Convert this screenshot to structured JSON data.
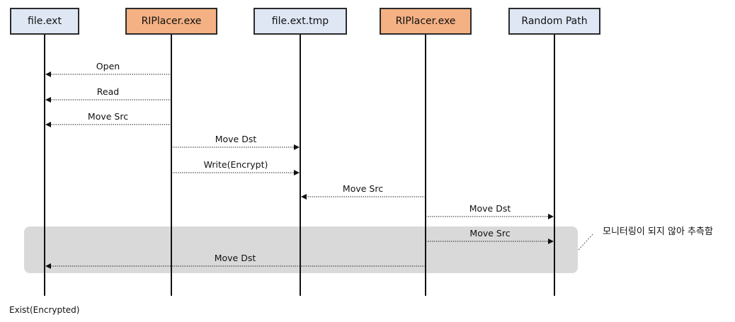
{
  "participants": [
    {
      "id": "p0",
      "label": "file.ext",
      "fill": "#dfe7f5"
    },
    {
      "id": "p1",
      "label": "RIPlacer.exe",
      "fill": "#f4b183"
    },
    {
      "id": "p2",
      "label": "file.ext.tmp",
      "fill": "#dfe7f5"
    },
    {
      "id": "p3",
      "label": "RIPlacer.exe",
      "fill": "#f4b183"
    },
    {
      "id": "p4",
      "label": "Random Path",
      "fill": "#dfe7f5"
    }
  ],
  "messages": [
    {
      "label": "Open",
      "from": 1,
      "to": 0
    },
    {
      "label": "Read",
      "from": 1,
      "to": 0
    },
    {
      "label": "Move Src",
      "from": 1,
      "to": 0
    },
    {
      "label": "Move Dst",
      "from": 1,
      "to": 2
    },
    {
      "label": "Write(Encrypt)",
      "from": 1,
      "to": 2
    },
    {
      "label": "Move Src",
      "from": 3,
      "to": 2
    },
    {
      "label": "Move Dst",
      "from": 3,
      "to": 4
    },
    {
      "label": "Move Src",
      "from": 3,
      "to": 4
    },
    {
      "label": "Move Dst",
      "from": 3,
      "to": 0
    }
  ],
  "note": {
    "text": "모니터링이 되지 않아 추측함",
    "highlight_color": "#d9d9d9"
  },
  "footer": {
    "text": "Exist(Encrypted)"
  }
}
